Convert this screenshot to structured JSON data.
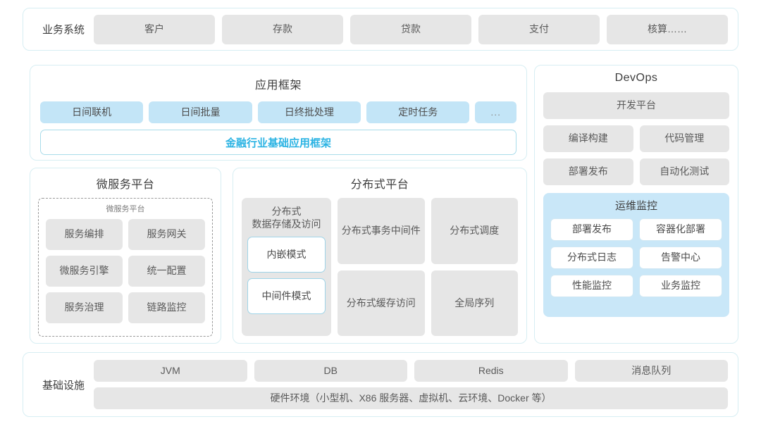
{
  "business": {
    "label": "业务系统",
    "items": [
      "客户",
      "存款",
      "贷款",
      "支付",
      "核算……"
    ]
  },
  "app_framework": {
    "title": "应用框架",
    "chips": [
      "日间联机",
      "日间批量",
      "日终批处理",
      "定时任务",
      "..."
    ],
    "base_framework": "金融行业基础应用框架",
    "accent_color": "#2bb3e3",
    "chip_color": "#c3e5f7"
  },
  "microservice": {
    "title": "微服务平台",
    "inner_title": "微服务平台",
    "items": [
      "服务编排",
      "服务网关",
      "微服务引擎",
      "统一配置",
      "服务治理",
      "链路监控"
    ]
  },
  "distributed": {
    "title": "分布式平台",
    "column1": {
      "label": "分布式\n数据存储及访问",
      "label_line1": "分布式",
      "label_line2": "数据存储及访问",
      "modes": [
        "内嵌模式",
        "中间件模式"
      ]
    },
    "cells": [
      {
        "line1": "分布式",
        "line2": "事务中间件"
      },
      {
        "line1": "分布式调度",
        "line2": ""
      },
      {
        "line1": "分布式",
        "line2": "缓存访问"
      },
      {
        "line1": "全局序列",
        "line2": ""
      }
    ]
  },
  "devops": {
    "title": "DevOps",
    "platform": "开发平台",
    "items": [
      "编译构建",
      "代码管理",
      "部署发布",
      "自动化测试"
    ],
    "ops_panel": {
      "title": "运维监控",
      "background": "#c9e7f8",
      "items": [
        "部署发布",
        "容器化部署",
        "分布式日志",
        "告警中心",
        "性能监控",
        "业务监控"
      ]
    }
  },
  "infrastructure": {
    "label": "基础设施",
    "items": [
      "JVM",
      "DB",
      "Redis",
      "消息队列"
    ],
    "hardware": "硬件环境（小型机、X86 服务器、虚拟机、云环境、Docker 等）"
  }
}
